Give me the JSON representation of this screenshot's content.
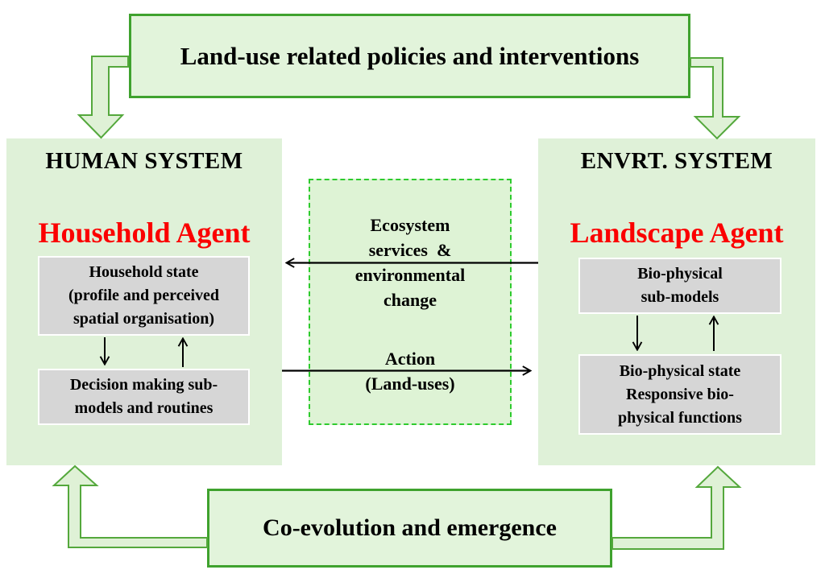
{
  "top_banner": {
    "label": "Land-use related policies and interventions"
  },
  "bottom_banner": {
    "label": "Co-evolution and emergence"
  },
  "human_system": {
    "title": "HUMAN SYSTEM",
    "agent": "Household Agent",
    "state_box": {
      "lines": [
        "Household state",
        "(profile and perceived",
        "spatial organisation)"
      ]
    },
    "decision_box": {
      "lines": [
        "Decision making sub-",
        "models and routines"
      ]
    }
  },
  "envrt_system": {
    "title": "ENVRT. SYSTEM",
    "agent": "Landscape Agent",
    "submodels_box": {
      "lines": [
        "Bio-physical",
        "sub-models"
      ]
    },
    "state_box": {
      "lines": [
        "Bio-physical state",
        "Responsive bio-",
        "physical functions"
      ]
    }
  },
  "exchange_zone": {
    "ecosystem_flow": {
      "lines": [
        "Ecosystem",
        "services  &",
        "environmental",
        "change"
      ]
    },
    "action_flow": {
      "lines": [
        "Action",
        "(Land-uses)"
      ]
    }
  },
  "colors": {
    "panel_fill": "#dff1d8",
    "banner_fill": "#e2f4db",
    "banner_border": "#3fa22e",
    "dashed_border": "#2ecb2e",
    "elbow_stroke": "#54a83c",
    "elbow_fill": "#dff1d6",
    "gray_box_fill": "#d6d6d6",
    "agent_red": "#fb0000",
    "arrow_black": "#000000"
  }
}
